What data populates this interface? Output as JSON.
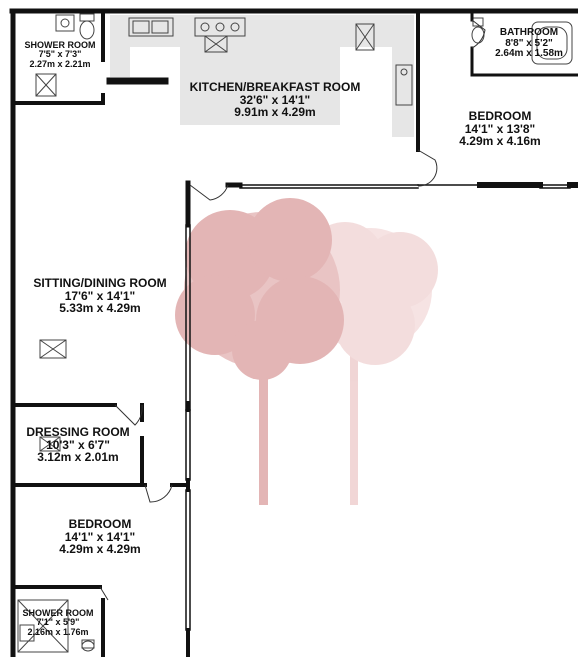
{
  "rooms": {
    "shower_top": {
      "name": "SHOWER ROOM",
      "imperial": "7'5\" x 7'3\"",
      "metric": "2.27m x 2.21m"
    },
    "kitchen": {
      "name": "KITCHEN/BREAKFAST ROOM",
      "imperial": "32'6\" x 14'1\"",
      "metric": "9.91m x 4.29m"
    },
    "bathroom": {
      "name": "BATHROOM",
      "imperial": "8'8\" x 5'2\"",
      "metric": "2.64m x 1.58m"
    },
    "bedroom_right": {
      "name": "BEDROOM",
      "imperial": "14'1\" x 13'8\"",
      "metric": "4.29m x 4.16m"
    },
    "sitting": {
      "name": "SITTING/DINING ROOM",
      "imperial": "17'6\" x 14'1\"",
      "metric": "5.33m x 4.29m"
    },
    "dressing": {
      "name": "DRESSING ROOM",
      "imperial": "10'3\" x 6'7\"",
      "metric": "3.12m x 2.01m"
    },
    "bedroom_left": {
      "name": "BEDROOM",
      "imperial": "14'1\" x 14'1\"",
      "metric": "4.29m x 4.29m"
    },
    "shower_bottom": {
      "name": "SHOWER ROOM",
      "imperial": "7'1\" x 5'9\"",
      "metric": "2.16m x 1.76m"
    }
  },
  "colors": {
    "wall": "#111111",
    "counter": "#e6e6e6",
    "tree": "#e6bcbc",
    "tree_light": "#f3dada",
    "trunk": "#e3b5b5"
  }
}
